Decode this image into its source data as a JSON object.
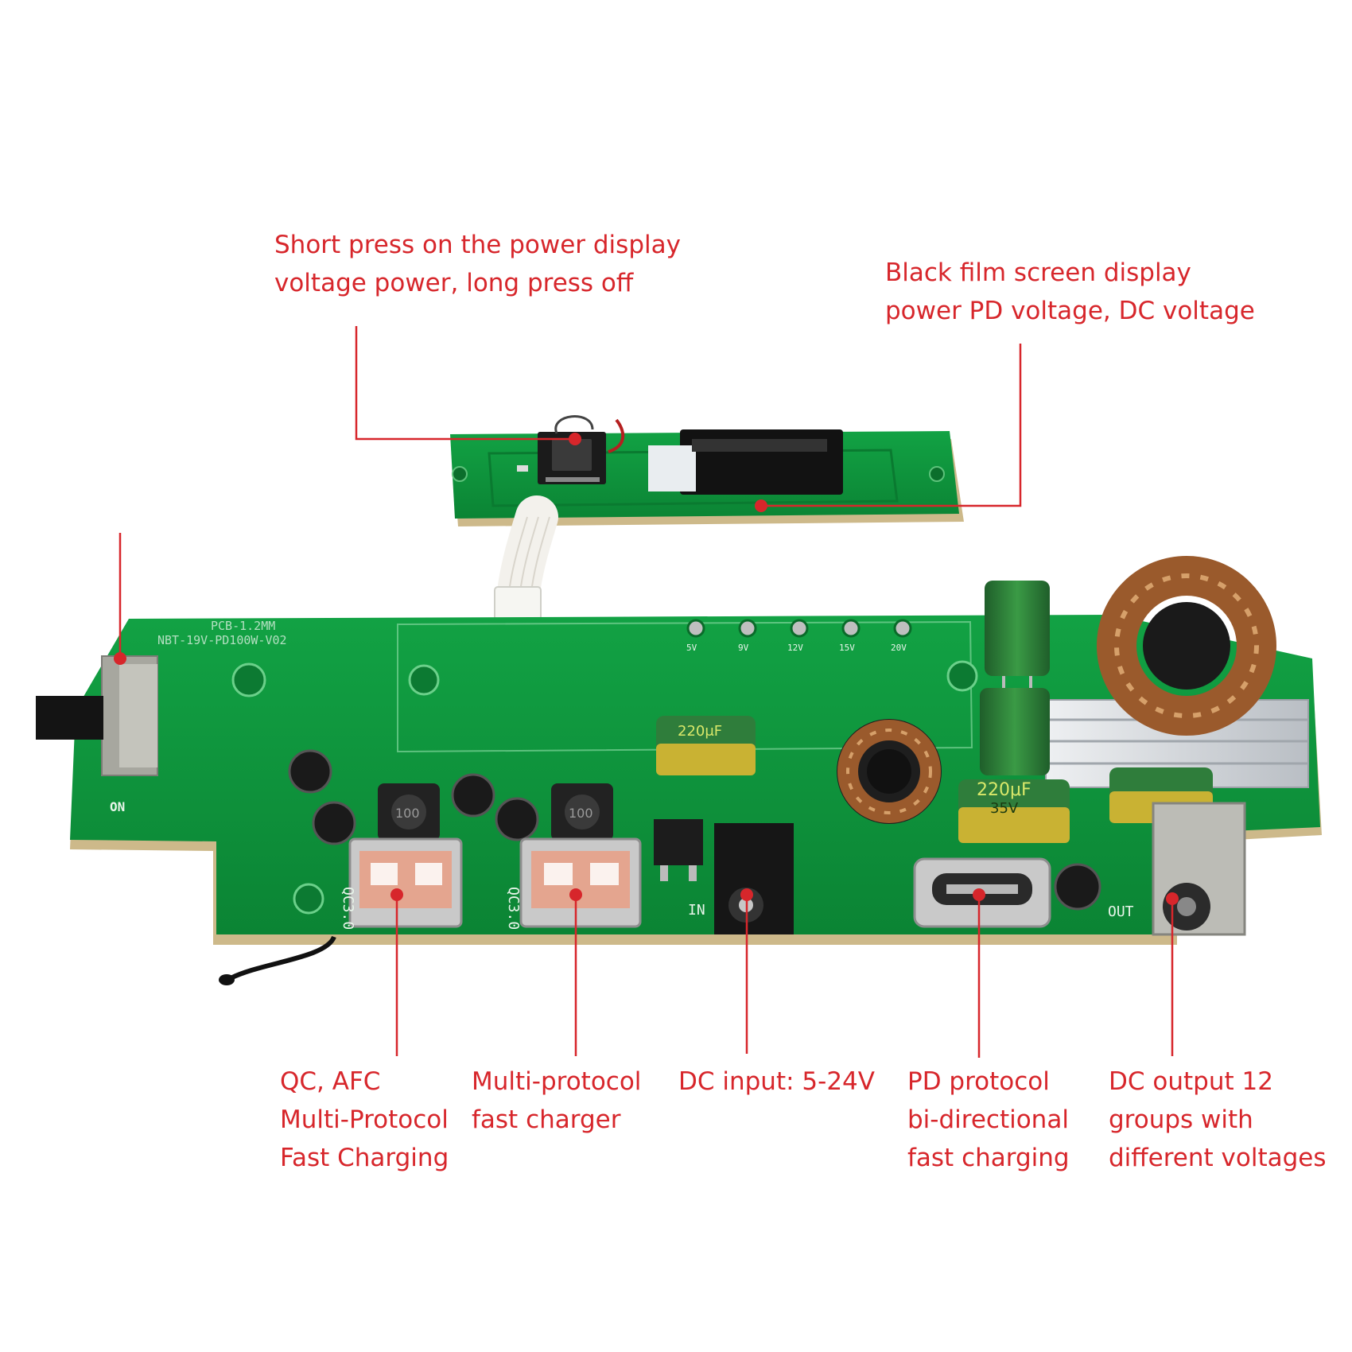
{
  "colors": {
    "annotation": "#d7262b",
    "pcb_green": "#0e8f3a",
    "pcb_dark": "#0a6b2a",
    "pcb_edge": "#cdb98a",
    "usb_port": "#e4a58f",
    "heatsink": "#d9dde2",
    "coil_copper": "#9a5a2c",
    "capacitor_green": "#2f7d3b",
    "capacitor_gold": "#c9b233"
  },
  "callouts": {
    "power_button": {
      "lines": [
        "Short press on the power display",
        "voltage power, long press off"
      ]
    },
    "display": {
      "lines": [
        "Black film screen display",
        "power PD voltage, DC voltage"
      ]
    },
    "qc_afc": {
      "lines": [
        "QC, AFC",
        "Multi-Protocol",
        "Fast Charging"
      ]
    },
    "multi_protocol": {
      "lines": [
        "Multi-protocol",
        "fast charger"
      ]
    },
    "dc_input": {
      "lines": [
        "DC input: 5-24V"
      ]
    },
    "pd_protocol": {
      "lines": [
        "PD protocol",
        "bi-directional",
        "fast charging"
      ]
    },
    "dc_output": {
      "lines": [
        "DC output 12",
        "groups with",
        "different voltages"
      ]
    }
  },
  "board_labels": {
    "usb_left": "QC3.0",
    "usb_right": "QC3.0",
    "switch_side": "ON",
    "input_jack": "IN",
    "output_jack": "OUT",
    "cap_top": "220μF",
    "cap_mid": "220μF",
    "cap_voltage": "35V",
    "inductor_a": "100",
    "inductor_b": "100",
    "board_model": "NBT-19V-PD100W-V02",
    "board_pcb": "PCB-1.2MM",
    "test_points": [
      "5V",
      "9V",
      "12V",
      "15V",
      "20V"
    ]
  }
}
